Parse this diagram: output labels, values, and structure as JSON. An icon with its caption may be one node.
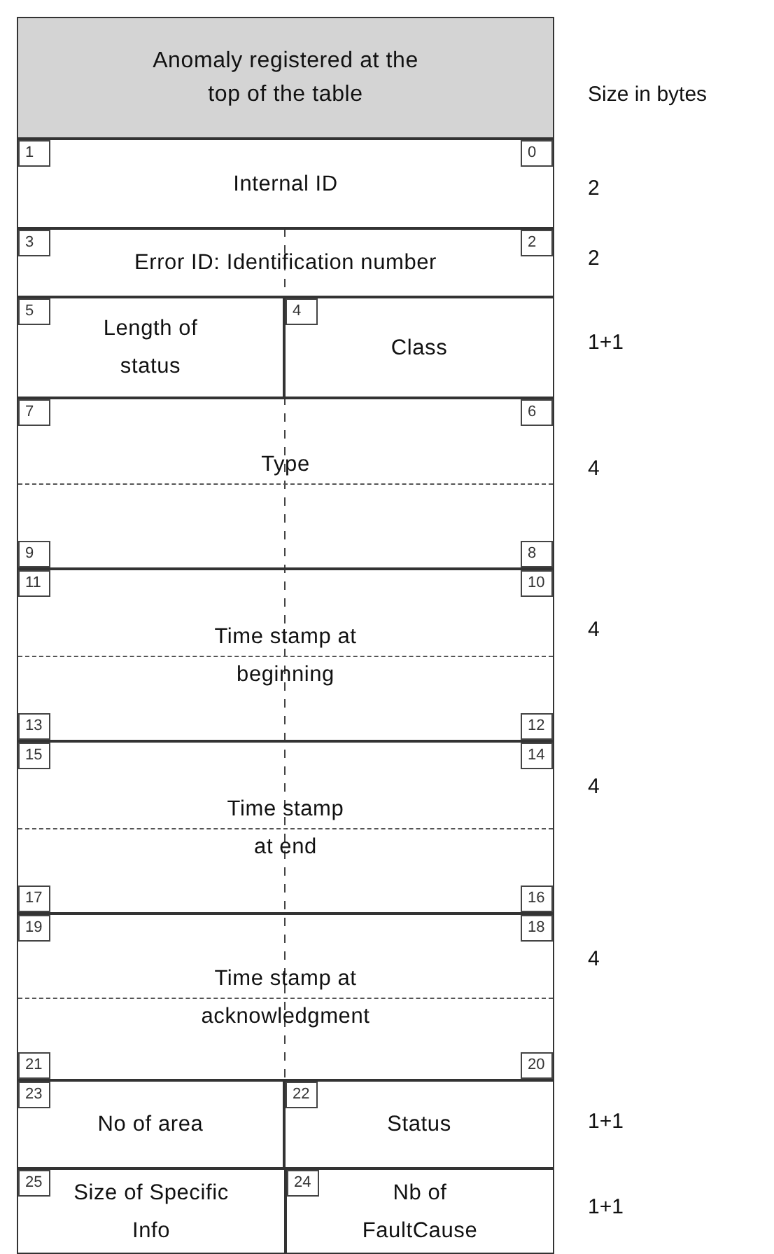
{
  "diagram": {
    "nodes": [
      {
        "text": [
          "Anomaly registered at the top of the table"
        ]
      },
      {
        "text": [
          "Internal ID"
        ]
      },
      {
        "text": [
          "1"
        ],
        "in": 1
      },
      {
        "text": [
          "0"
        ],
        "in": 1
      },
      {
        "text": [
          "Error ID: Identification number"
        ]
      },
      {
        "text": [
          "3"
        ],
        "in": 4
      },
      {
        "text": [
          "2"
        ],
        "in": 4
      },
      {
        "text": [
          "Length of status"
        ]
      },
      {
        "text": [
          "5"
        ],
        "in": 7
      },
      {
        "text": [
          "Class"
        ]
      },
      {
        "text": [
          "4"
        ],
        "in": 9
      },
      {
        "text": [
          "Type"
        ]
      },
      {
        "text": [
          "7"
        ],
        "in": 11
      },
      {
        "text": [
          "6"
        ],
        "in": 11
      },
      {
        "text": [
          "9"
        ],
        "in": 11
      },
      {
        "text": [
          "8"
        ],
        "in": 11
      },
      {
        "text": [
          "Time stamp at beginning"
        ]
      },
      {
        "text": [
          "11"
        ],
        "in": 16
      },
      {
        "text": [
          "10"
        ],
        "in": 16
      },
      {
        "text": [
          "13"
        ],
        "in": 16
      },
      {
        "text": [
          "12"
        ],
        "in": 16
      },
      {
        "text": [
          "Time stamp at end"
        ]
      },
      {
        "text": [
          "15"
        ],
        "in": 21
      },
      {
        "text": [
          "14"
        ],
        "in": 21
      },
      {
        "text": [
          "17"
        ],
        "in": 21
      },
      {
        "text": [
          "16"
        ],
        "in": 21
      },
      {
        "text": [
          "Time stamp at acknowledgment"
        ]
      },
      {
        "text": [
          "19"
        ],
        "in": 26
      },
      {
        "text": [
          "18"
        ],
        "in": 26
      },
      {
        "text": [
          "21"
        ],
        "in": 26
      },
      {
        "text": [
          "20"
        ],
        "in": 26
      },
      {
        "text": [
          "No of area"
        ]
      },
      {
        "text": [
          "23"
        ],
        "in": 31
      },
      {
        "text": [
          "Status"
        ]
      },
      {
        "text": [
          "22"
        ],
        "in": 33
      },
      {
        "text": [
          "Size of Specific Info"
        ]
      },
      {
        "text": [
          "25"
        ],
        "in": 35
      },
      {
        "text": [
          "Nb of FaultCause"
        ]
      },
      {
        "text": [
          "24"
        ],
        "in": 37
      }
    ],
    "labels": [
      "Size in bytes",
      "2",
      "2",
      "1+1",
      "4",
      "4",
      "4",
      "4",
      "1+1",
      "1+1"
    ]
  }
}
